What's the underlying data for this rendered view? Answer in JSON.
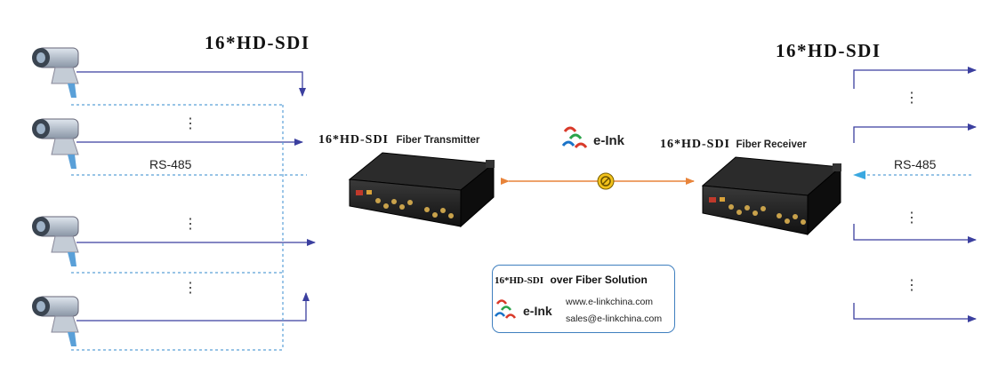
{
  "diagram": {
    "left_title": "16*HD-SDI",
    "right_title": "16*HD-SDI",
    "transmitter": {
      "prefix": "16*HD-SDI",
      "label": "Fiber Transmitter"
    },
    "receiver": {
      "prefix": "16*HD-SDI",
      "label": "Fiber Receiver"
    },
    "rs485_left": "RS-485",
    "rs485_right": "RS-485",
    "ellipsis": "⋮",
    "brand": "e-Ink"
  },
  "info_box": {
    "prefix": "16*HD-SDI",
    "title": "over Fiber Solution",
    "brand": "e-Ink",
    "website": "www.e-linkchina.com",
    "email": "sales@e-linkchina.com"
  },
  "colors": {
    "video_line": "#3b3f9f",
    "data_line": "#5aa0d8",
    "fiber": "#e8843a",
    "box_border": "#3f7fbf"
  }
}
